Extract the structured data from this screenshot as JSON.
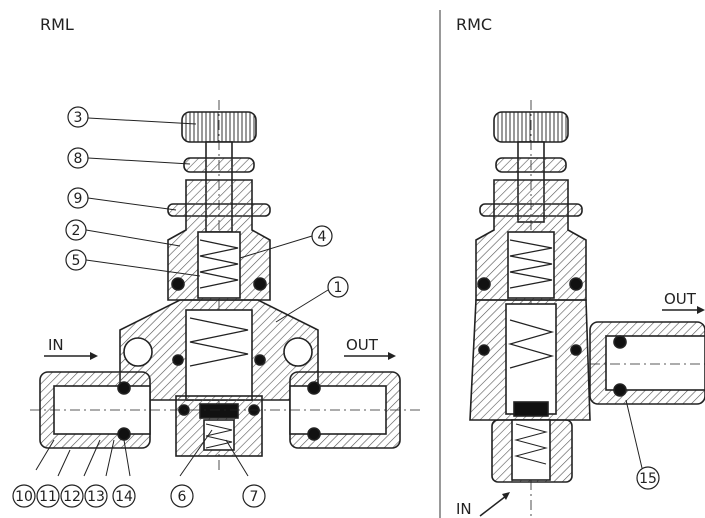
{
  "panels": {
    "left_title": "RML",
    "right_title": "RMC"
  },
  "flow": {
    "left_in": "IN",
    "left_out": "OUT",
    "right_in": "IN",
    "right_out": "OUT"
  },
  "callouts": {
    "c1": "1",
    "c2": "2",
    "c3": "3",
    "c4": "4",
    "c5": "5",
    "c6": "6",
    "c7": "7",
    "c8": "8",
    "c9": "9",
    "c10": "10",
    "c11": "11",
    "c12": "12",
    "c13": "13",
    "c14": "14",
    "c15": "15"
  },
  "colors": {
    "ink": "#222222",
    "hatch": "#555555",
    "background": "#ffffff"
  }
}
